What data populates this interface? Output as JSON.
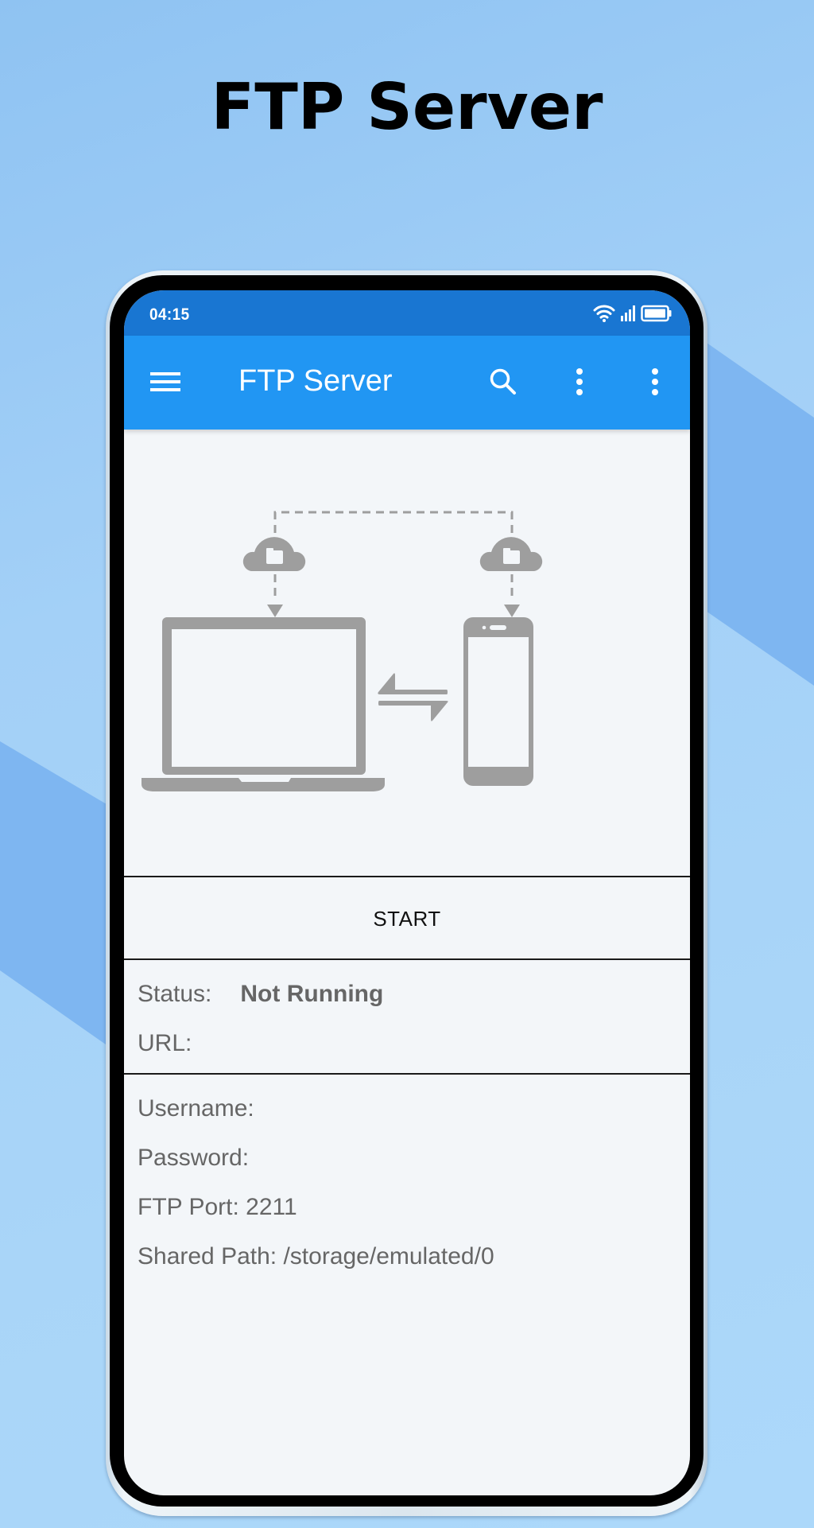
{
  "promo": {
    "headline": "FTP Server"
  },
  "status_bar": {
    "time": "04:15",
    "icons": [
      "wifi-icon",
      "signal-icon",
      "battery-icon"
    ]
  },
  "app_bar": {
    "title": "FTP Server",
    "icons": [
      "menu-icon",
      "search-icon",
      "more-vert-icon",
      "more-vert-icon"
    ]
  },
  "illustration": {
    "description": "laptop-phone-cloud-transfer",
    "color": "#9e9e9e"
  },
  "start_button": {
    "label": "START"
  },
  "server_status": {
    "status_label": "Status:",
    "status_value": "Not Running",
    "url_label": "URL:",
    "url_value": ""
  },
  "config": {
    "username_label": "Username:",
    "username_value": "",
    "password_label": "Password:",
    "password_value": "",
    "port_label": "FTP Port:",
    "port_value": "2211",
    "path_label": "Shared Path:",
    "path_value": "/storage/emulated/0"
  },
  "colors": {
    "status_bar": "#1976d2",
    "app_bar": "#2196f3",
    "screen_bg": "#f3f6f9",
    "text_secondary": "#666666",
    "background": "#a9d5f8",
    "background_band": "#7ab3ef"
  }
}
